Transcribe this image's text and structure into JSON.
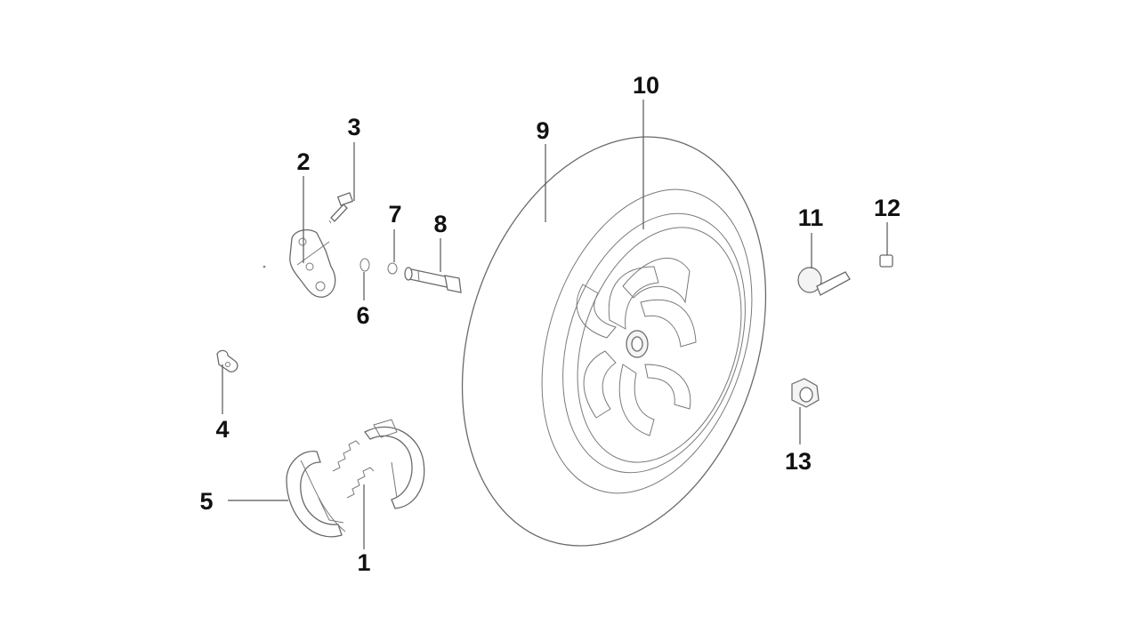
{
  "colors": {
    "background": "#ffffff",
    "line": "#6a6a6a",
    "label": "#111111"
  },
  "callouts": {
    "c1": "1",
    "c2": "2",
    "c3": "3",
    "c4": "4",
    "c5": "5",
    "c6": "6",
    "c7": "7",
    "c8": "8",
    "c9": "9",
    "c10": "10",
    "c11": "11",
    "c12": "12",
    "c13": "13"
  }
}
